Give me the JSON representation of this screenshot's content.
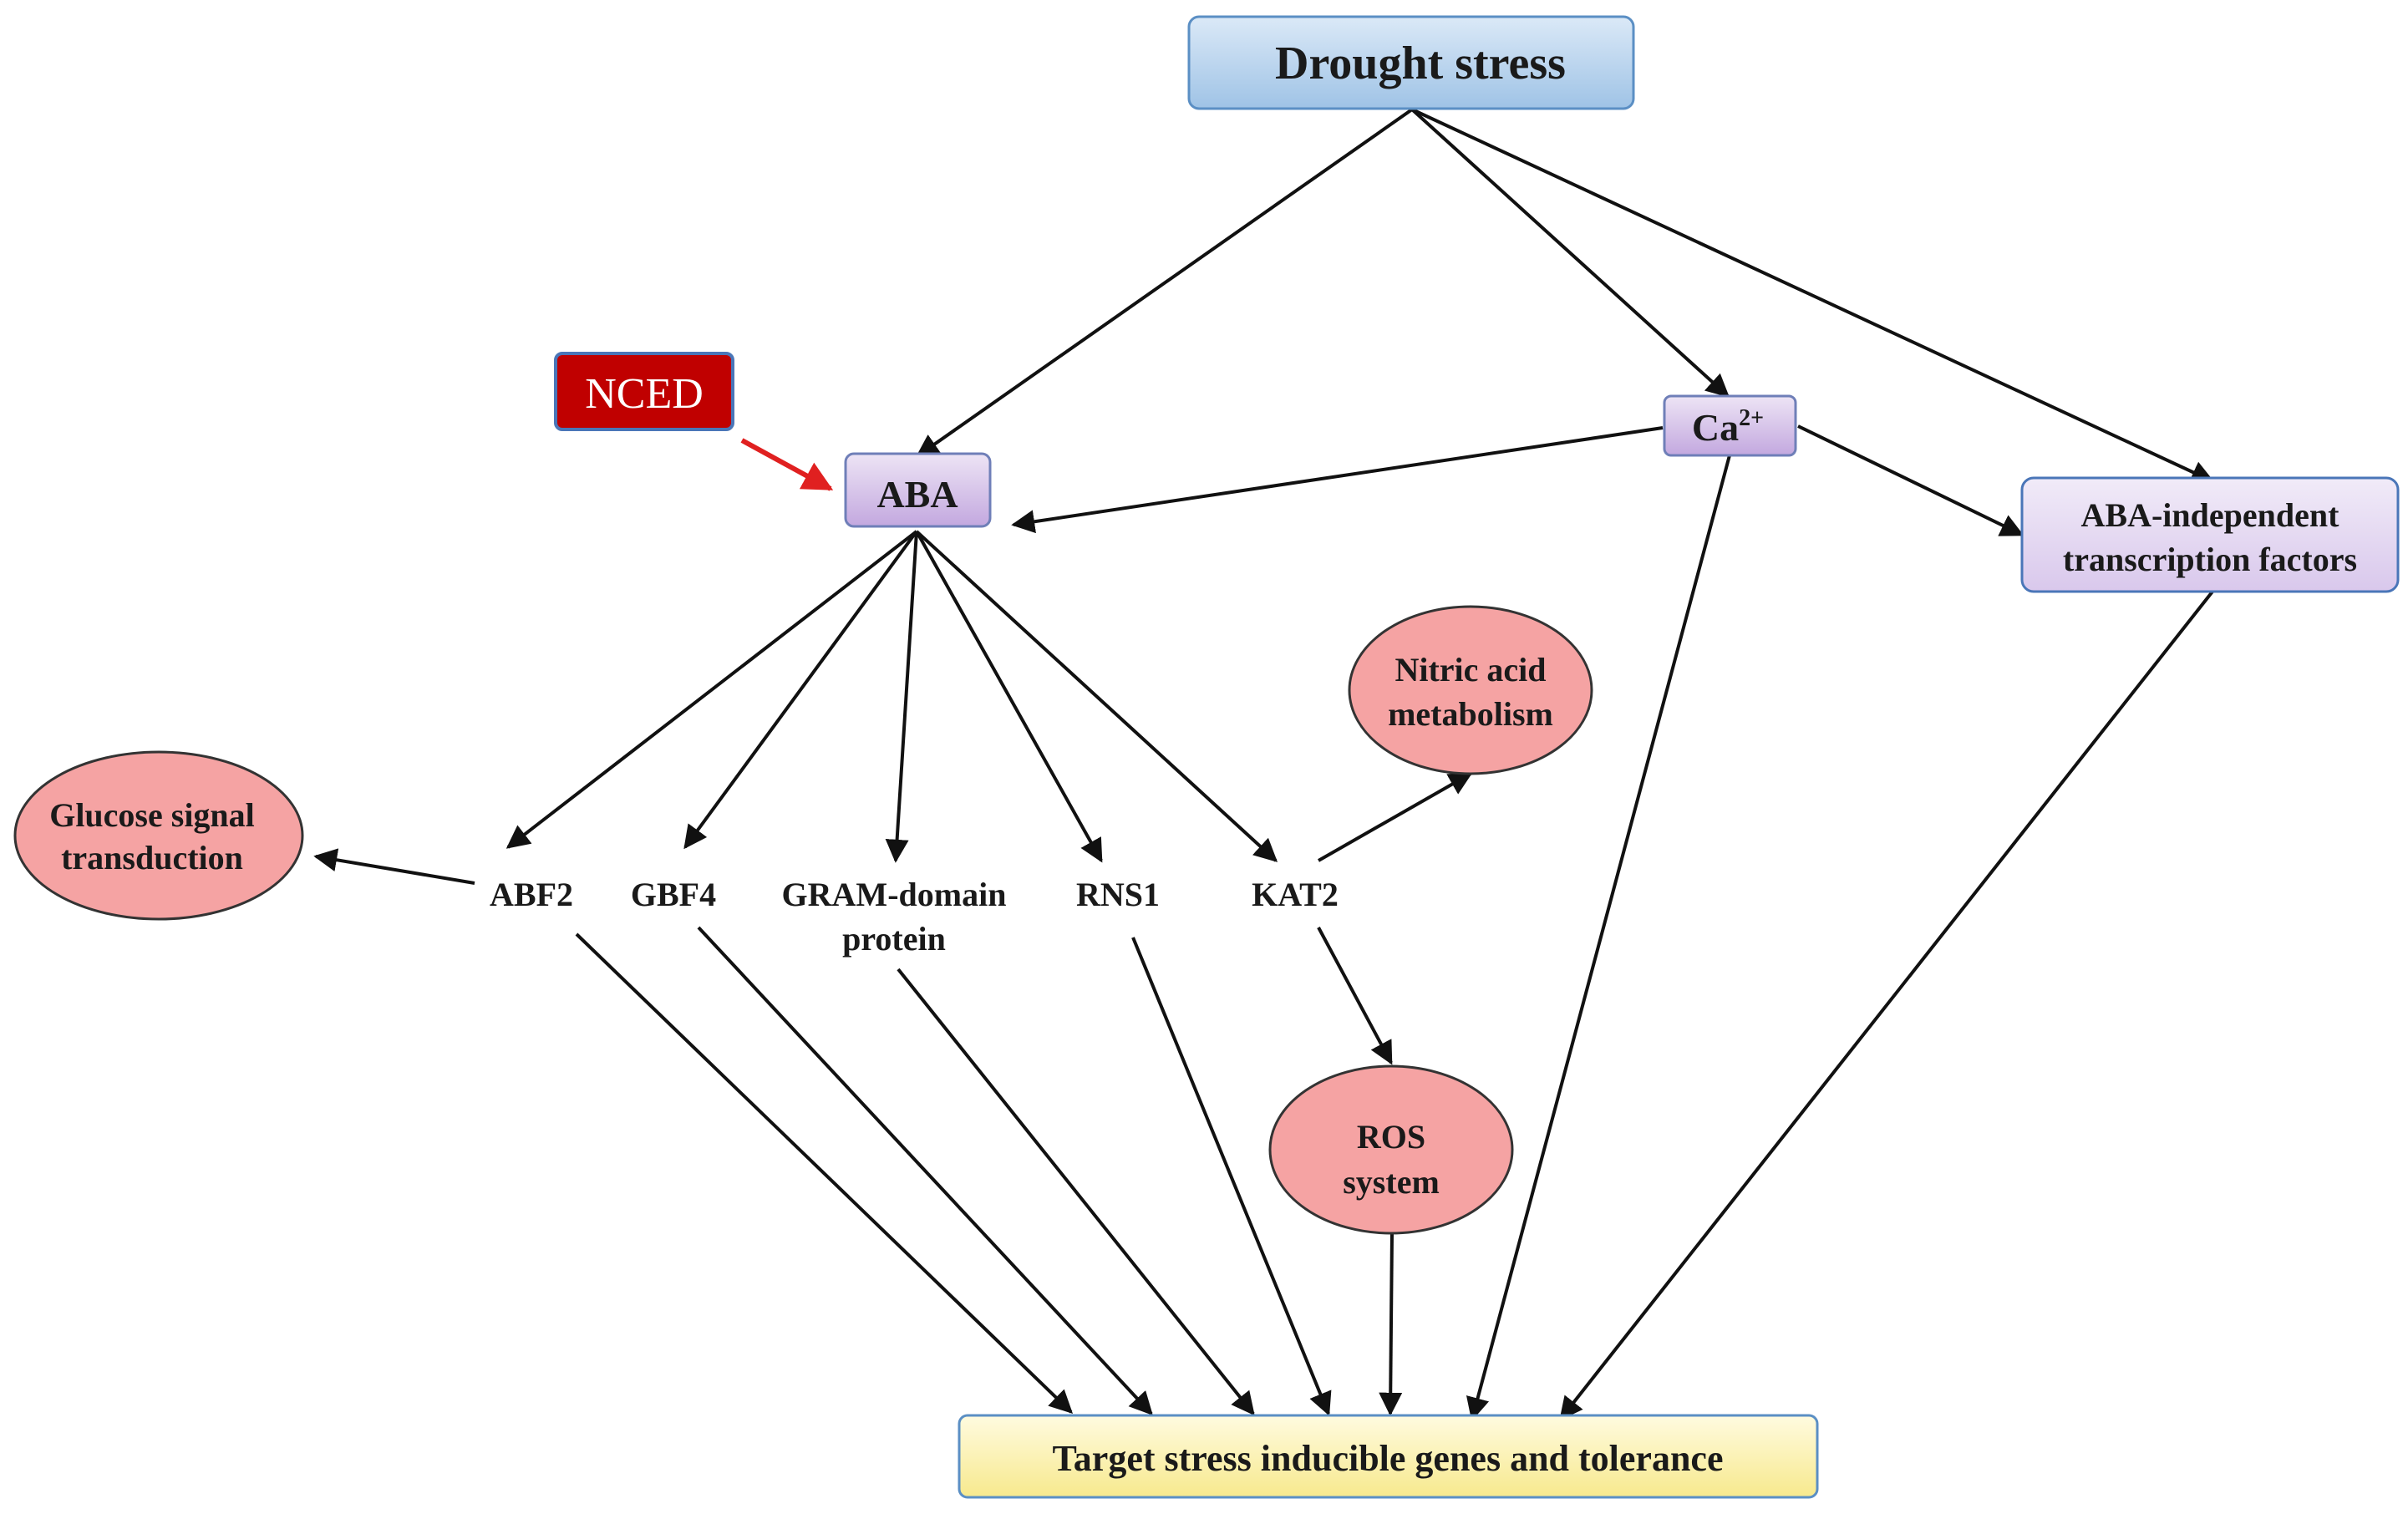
{
  "nodes": {
    "drought": "Drought stress",
    "nced": "NCED",
    "aba": "ABA",
    "ca_base": "Ca",
    "ca_sup": "2+",
    "aba_independent_line1": "ABA-independent",
    "aba_independent_line2": "transcription factors",
    "glucose_line1": "Glucose signal",
    "glucose_line2": "transduction",
    "nitric_line1": "Nitric acid",
    "nitric_line2": "metabolism",
    "ros_line1": "ROS",
    "ros_line2": "system",
    "abf2": "ABF2",
    "gbf4": "GBF4",
    "gram_line1": "GRAM-domain",
    "gram_line2": "protein",
    "rns1": "RNS1",
    "kat2": "KAT2",
    "target": "Target stress inducible genes and tolerance"
  },
  "colors": {
    "box_blue_top": "#dbe9f7",
    "box_blue_bottom": "#9fc3e6",
    "box_blue_border": "#5b8fc4",
    "purple_top": "#ede4f5",
    "purple_bottom": "#c3a8df",
    "purple_border": "#6f7fb8",
    "ellipse_fill": "#f5a3a3",
    "ellipse_border": "#333333",
    "nced_fill": "#c00000",
    "nced_border": "#4a76b8",
    "target_fill": "#fdf3b6",
    "target_border": "#5b8fc4",
    "arrow": "#111111",
    "arrow_red": "#e02020"
  }
}
